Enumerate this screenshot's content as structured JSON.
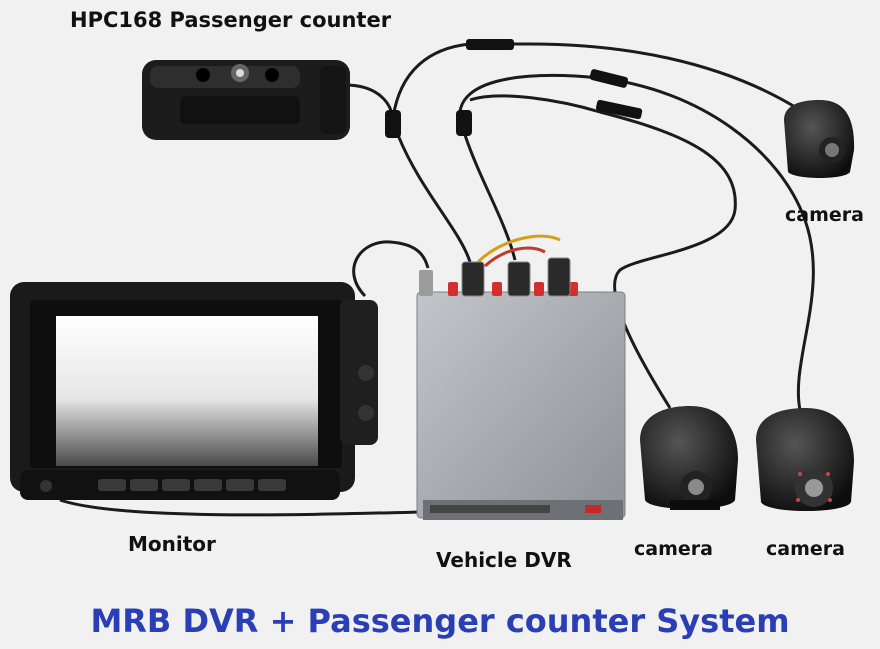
{
  "labels": {
    "passenger_counter": "HPC168 Passenger counter",
    "camera_top": "camera",
    "monitor": "Monitor",
    "vehicle_dvr": "Vehicle DVR",
    "camera_middle": "camera",
    "camera_right": "camera"
  },
  "caption": "MRB DVR + Passenger counter System",
  "colors": {
    "background": "#f1f1f1",
    "caption": "#2b3fb5",
    "device_body": "#1a1a1a",
    "dvr_body": "#a9adb2"
  }
}
